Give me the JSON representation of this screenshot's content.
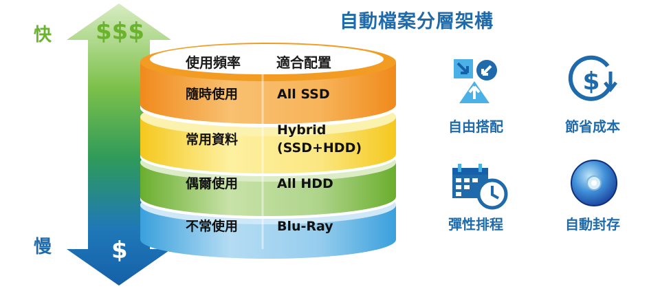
{
  "colors": {
    "accent_blue": "#1f6aaa",
    "speed_fast": "#6ab42d",
    "speed_slow": "#1f6aaa",
    "tier_orange": "#f39c23",
    "tier_yellow": "#f8d92e",
    "tier_green": "#78b83a",
    "tier_blue": "#4eaee0"
  },
  "speed": {
    "fast": "快",
    "slow": "慢"
  },
  "cost": {
    "high": "$$$",
    "low": "$"
  },
  "stack": {
    "headers": {
      "frequency": "使用頻率",
      "config": "適合配置"
    },
    "tiers": [
      {
        "frequency": "隨時使用",
        "config": "All SSD",
        "color": "#f39c23"
      },
      {
        "frequency": "常用資料",
        "config": "Hybrid\n(SSD+HDD)",
        "color": "#f8d92e"
      },
      {
        "frequency": "偶爾使用",
        "config": "All HDD",
        "color": "#78b83a"
      },
      {
        "frequency": "不常使用",
        "config": "Blu-Ray",
        "color": "#4eaee0"
      }
    ]
  },
  "title": "自動檔案分層架構",
  "features": [
    {
      "icon": "flexible-config-icon",
      "label": "自由搭配"
    },
    {
      "icon": "cost-saving-icon",
      "label": "節省成本"
    },
    {
      "icon": "schedule-icon",
      "label": "彈性排程"
    },
    {
      "icon": "archive-disc-icon",
      "label": "自動封存"
    }
  ]
}
